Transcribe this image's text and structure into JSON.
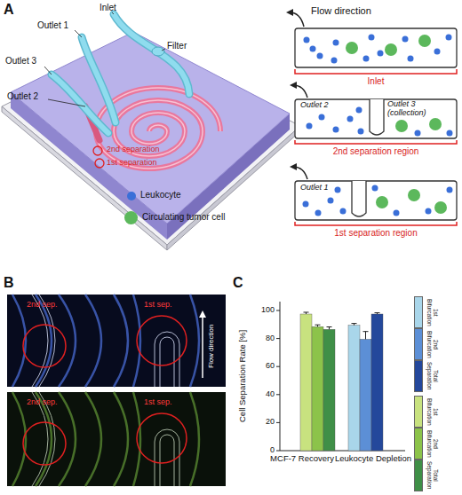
{
  "diagram": {
    "labels": [
      "A",
      "Inlet",
      "Outlet 1",
      "Filter",
      "Outlet 3",
      "Outlet 2",
      "2nd separation",
      "1st separation",
      "Flow direction",
      "Inlet",
      "Outlet 2",
      "Outlet 3 (collection)",
      "2nd separation region",
      "Outlet 1",
      "1st separation region",
      "B",
      "2nd sep.",
      "1st sep.",
      "Flow direction",
      "2nd sep.",
      "1st sep.",
      "C",
      "Cell Separation Rate [%]",
      "100",
      "80",
      "60",
      "40",
      "20",
      "0",
      "MCF-7 Recovery",
      "Leukocyte Depletion"
    ],
    "legend": [
      {
        "text": "Leukocyte",
        "color": "#3a6fd8"
      },
      {
        "text": "Circulating tumor cell",
        "color": "#5cb85c"
      },
      {
        "text": "1st Bifurcation",
        "color": "#a9d6ea"
      },
      {
        "text": "2nd Bifurcation",
        "color": "#5c8fd6"
      },
      {
        "text": "Total Separation",
        "color": "#24489b"
      },
      {
        "text": "1st Bifurcation",
        "color": "#c8e27f"
      },
      {
        "text": "2nd Bifurcation",
        "color": "#8cc34a"
      },
      {
        "text": "Total Separation",
        "color": "#3f8f47"
      }
    ]
  }
}
